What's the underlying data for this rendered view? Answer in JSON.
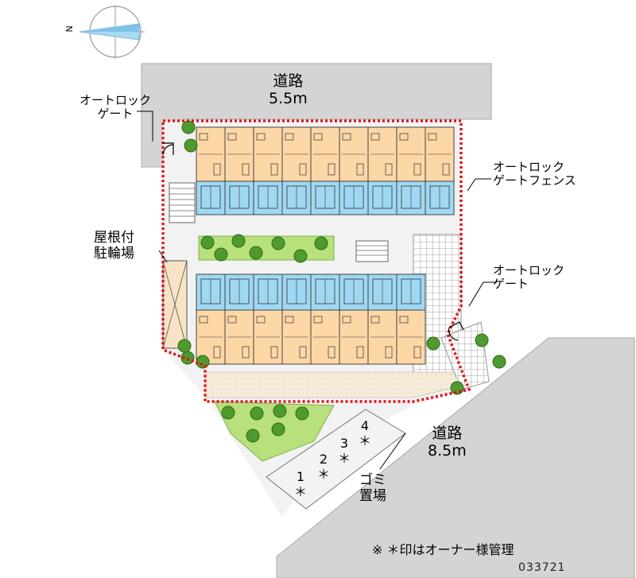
{
  "compass": {
    "north_label": "N"
  },
  "road_top": {
    "name": "道路",
    "width": "5.5m"
  },
  "road_right": {
    "name": "道路",
    "width": "8.5m"
  },
  "labels": {
    "autolock_gate_top": [
      "オートロック",
      "ゲート"
    ],
    "autolock_fence": [
      "オートロック",
      "ゲートフェンス"
    ],
    "autolock_gate_right": [
      "オートロック",
      "ゲート"
    ],
    "bike_parking": [
      "屋根付",
      "駐輪場"
    ],
    "garbage": [
      "ゴミ",
      "置場"
    ]
  },
  "parking_lots": [
    {
      "number": "1",
      "mark": "＊"
    },
    {
      "number": "2",
      "mark": "＊"
    },
    {
      "number": "3",
      "mark": "＊"
    },
    {
      "number": "4",
      "mark": "＊"
    }
  ],
  "note": "※ ＊印はオーナー様管理",
  "map_code": "033721",
  "colors": {
    "road": "#d4d4d4",
    "site_boundary": "#e0161b",
    "room_main": "#fdd7a6",
    "room_bath": "#9fd8f2",
    "green": "#b8e07c",
    "paving": "#f6ead8"
  }
}
